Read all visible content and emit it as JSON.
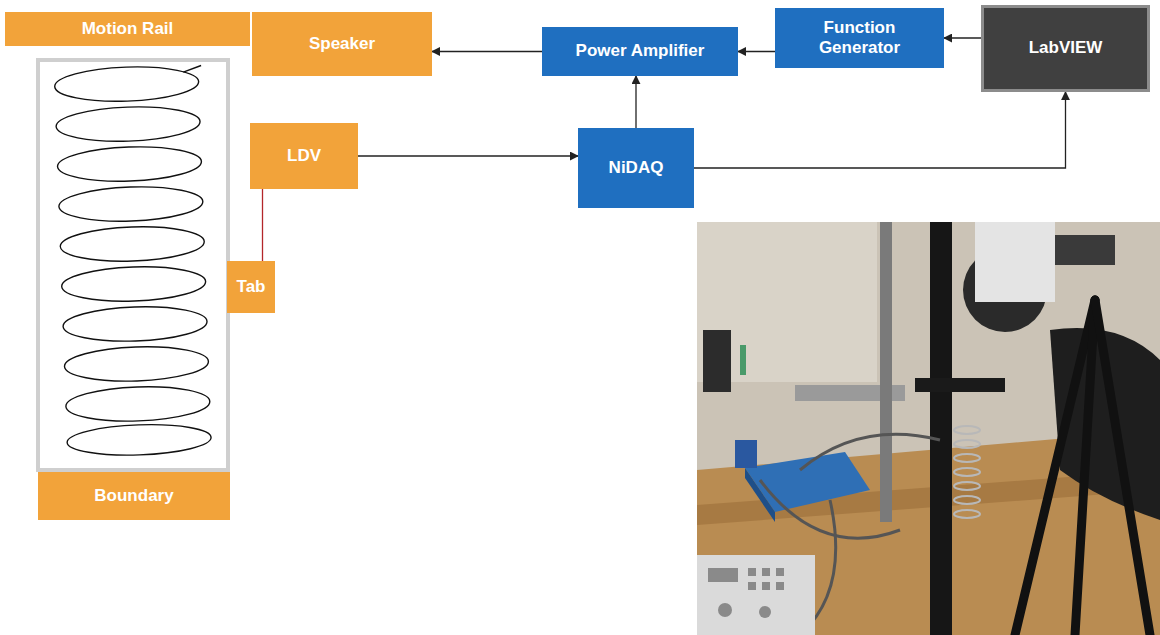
{
  "diagram": {
    "nodes": [
      {
        "text": [
          "Motion Rail"
        ]
      },
      {
        "text": [
          "Speaker"
        ]
      },
      {
        "text": [
          "Power Amplifier"
        ]
      },
      {
        "text": [
          "Function Generator"
        ]
      },
      {
        "text": [
          "LabVIEW"
        ]
      },
      {
        "text": [
          "LDV"
        ]
      },
      {
        "text": [
          "NiDAQ"
        ]
      },
      {
        "text": [
          "Tab"
        ]
      },
      {
        "text": [
          "Boundary"
        ]
      }
    ],
    "edges": [
      {
        "from": 2,
        "to": 1,
        "arrow": "to"
      },
      {
        "from": 3,
        "to": 2,
        "arrow": "to"
      },
      {
        "from": 4,
        "to": 3,
        "arrow": "to"
      },
      {
        "from": 5,
        "to": 6,
        "arrow": "to"
      },
      {
        "from": 6,
        "to": 2,
        "arrow": "to"
      },
      {
        "from": 6,
        "to": 4,
        "arrow": "to"
      },
      {
        "from": 5,
        "to": 7,
        "arrow": "none"
      }
    ]
  }
}
